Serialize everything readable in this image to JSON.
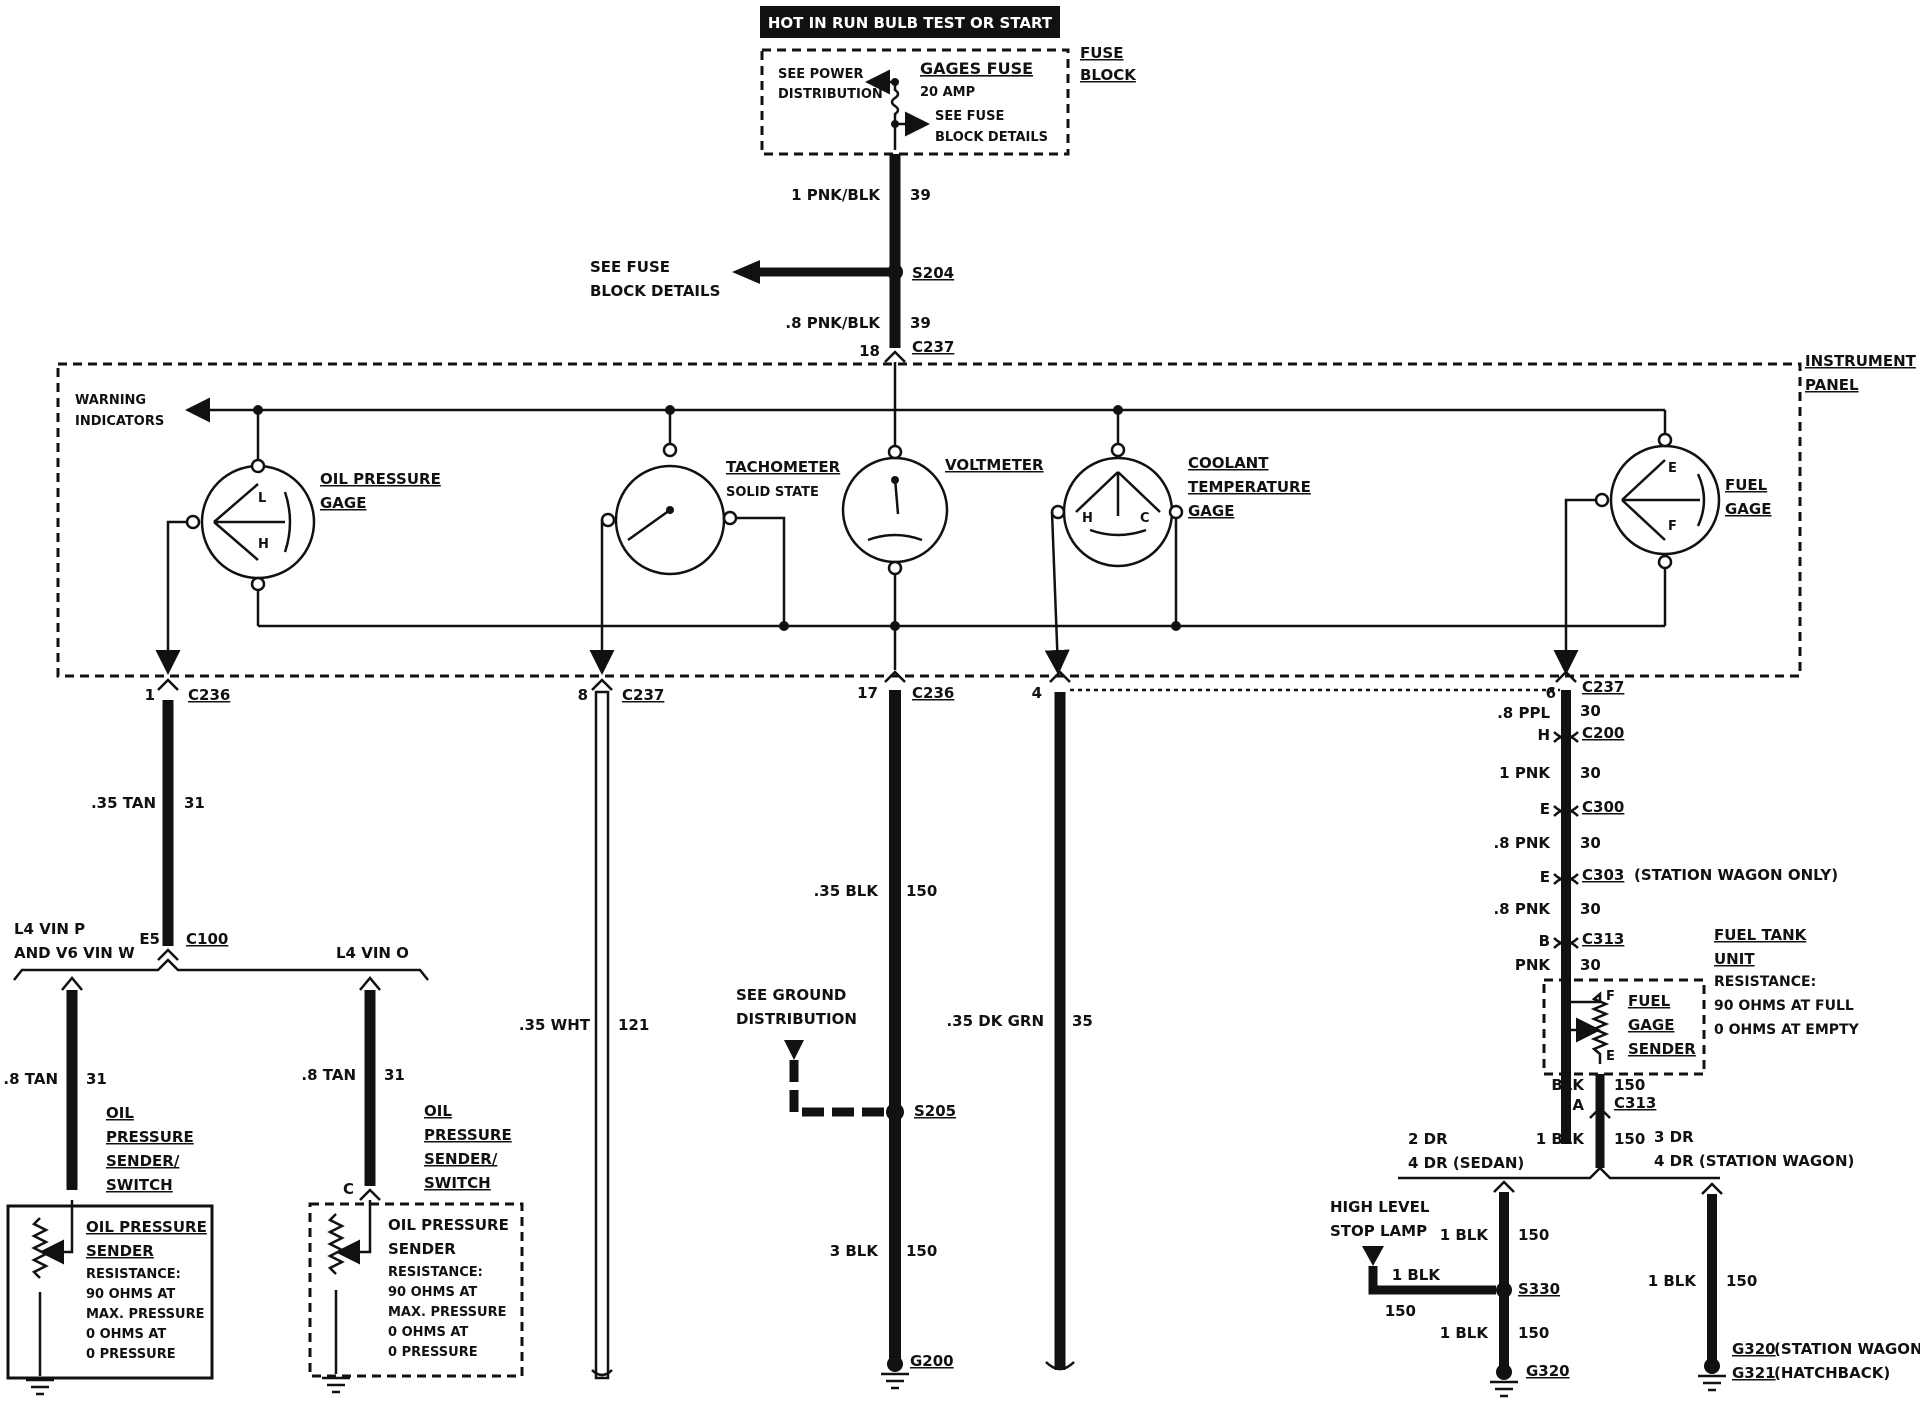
{
  "header": {
    "title": "HOT IN RUN BULB TEST OR START"
  },
  "fuse_block": {
    "label_line1": "FUSE",
    "label_line2": "BLOCK",
    "see_power_1": "SEE POWER",
    "see_power_2": "DISTRIBUTION",
    "fuse_name": "GAGES FUSE",
    "fuse_rating": "20 AMP",
    "see_fuse_1": "SEE FUSE",
    "see_fuse_2": "BLOCK DETAILS"
  },
  "feed": {
    "wire1": "1 PNK/BLK",
    "circuit1": "39",
    "splice": "S204",
    "see_fuse_1": "SEE FUSE",
    "see_fuse_2": "BLOCK DETAILS",
    "wire2": ".8 PNK/BLK",
    "circuit2": "39",
    "pin": "18",
    "connector": "C237"
  },
  "instrument_panel": {
    "label_line1": "INSTRUMENT",
    "label_line2": "PANEL",
    "warning_1": "WARNING",
    "warning_2": "INDICATORS",
    "gauges": {
      "oil_1": "OIL PRESSURE",
      "oil_2": "GAGE",
      "tach_1": "TACHOMETER",
      "tach_2": "SOLID STATE",
      "volt": "VOLTMETER",
      "coolant_1": "COOLANT",
      "coolant_2": "TEMPERATURE",
      "coolant_3": "GAGE",
      "fuel_1": "FUEL",
      "fuel_2": "GAGE"
    },
    "gauge_letters": {
      "L": "L",
      "H": "H",
      "C": "C",
      "E": "E",
      "F": "F"
    }
  },
  "oil_circuit": {
    "pin": "1",
    "connector": "C236",
    "wire": ".35 TAN",
    "circuit": "31",
    "c100_pin": "E5",
    "c100": "C100",
    "left_variant_1": "L4 VIN P",
    "left_variant_2": "AND V6 VIN W",
    "right_variant": "L4 VIN O",
    "left_wire": ".8 TAN",
    "left_circuit": "31",
    "right_wire": ".8 TAN",
    "right_circuit": "31",
    "right_pin": "C",
    "switch_1": "OIL",
    "switch_2": "PRESSURE",
    "switch_3": "SENDER/",
    "switch_4": "SWITCH",
    "sender_1": "OIL PRESSURE",
    "sender_2": "SENDER",
    "res_1": "RESISTANCE:",
    "res_2": "90 OHMS AT",
    "res_3": "MAX. PRESSURE",
    "res_4": "0 OHMS AT",
    "res_5": "0 PRESSURE"
  },
  "tach_circuit": {
    "pin": "8",
    "connector": "C237",
    "wire": ".35 WHT",
    "circuit": "121"
  },
  "volt_circuit": {
    "pin": "17",
    "connector": "C236",
    "wire": ".35 BLK",
    "circuit": "150",
    "see_ground_1": "SEE GROUND",
    "see_ground_2": "DISTRIBUTION",
    "splice": "S205",
    "wire2": "3 BLK",
    "circuit2": "150",
    "ground": "G200"
  },
  "coolant_circuit": {
    "pin": "4",
    "wire": ".35 DK GRN",
    "circuit": "35"
  },
  "fuel_circuit": {
    "pin": "6",
    "connector": "C237",
    "w1": ".8 PPL",
    "c1": "30",
    "pin_h": "H",
    "con_c200": "C200",
    "w2": "1 PNK",
    "c2": "30",
    "pin_e1": "E",
    "con_c300": "C300",
    "w3": ".8 PNK",
    "c3": "30",
    "pin_e2": "E",
    "con_c303": "C303",
    "c303_note": "(STATION WAGON ONLY)",
    "w4": ".8 PNK",
    "c4": "30",
    "pin_b": "B",
    "con_c313": "C313",
    "w5": "PNK",
    "c5": "30",
    "tank_1": "FUEL TANK",
    "tank_2": "UNIT",
    "tank_3": "RESISTANCE:",
    "tank_4": "90 OHMS AT FULL",
    "tank_5": "0 OHMS AT EMPTY",
    "sender_1": "FUEL",
    "sender_2": "GAGE",
    "sender_3": "SENDER",
    "sender_f": "F",
    "sender_e": "E",
    "w6": "BLK",
    "c6": "150",
    "pin_a": "A",
    "con_c313b": "C313",
    "w7": "1 BLK",
    "c7": "150",
    "left_1": "2 DR",
    "left_2": "4 DR (SEDAN)",
    "right_1": "3 DR",
    "right_2": "4 DR (STATION WAGON)",
    "hl_1": "HIGH LEVEL",
    "hl_2": "STOP LAMP",
    "w8": "1 BLK",
    "c8": "150",
    "w9": "1 BLK",
    "c9": "150",
    "splice": "S330",
    "w10": "1 BLK",
    "c10": "150",
    "ground_l": "G320",
    "w11": "1 BLK",
    "c11": "150",
    "g320": "G320",
    "g320_note": "(STATION WAGON)",
    "g321": "G321",
    "g321_note": "(HATCHBACK)"
  }
}
